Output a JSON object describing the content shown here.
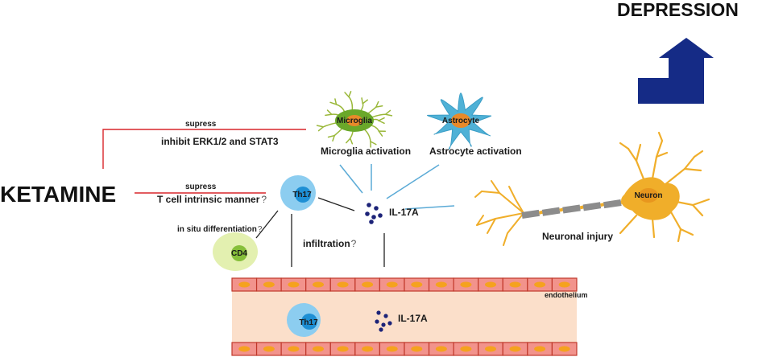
{
  "labels": {
    "depression": "DEPRESSION",
    "ketamine": "KETAMINE",
    "supress_top": "supress",
    "inhibit": "inhibit ERK1/2 and STAT3",
    "supress_mid": "supress",
    "tcell_manner": "T cell intrinsic manner",
    "q_mark": "?",
    "in_situ": "in situ differentiation",
    "infiltration": "infiltration",
    "cd4": "CD4",
    "th17_top": "Th17",
    "th17_bottom": "Th17",
    "il17a_top": "IL-17A",
    "il17a_bottom": "IL-17A",
    "microglia": "Microglia",
    "microglia_activation": "Microglia activation",
    "astrocyte": "Astrocyte",
    "astrocyte_activation": "Astrocyte activation",
    "neuron": "Neuron",
    "neuronal_injury": "Neuronal injury",
    "endothelium": "endothelium"
  },
  "colors": {
    "red_line": "#d9262b",
    "blue_line": "#5aaad6",
    "th17_outer": "#8ccdf0",
    "th17_inner": "#1e8fd4",
    "cd4_outer": "#e3f0b0",
    "cd4_inner": "#86bf3a",
    "microglia_branch": "#9ab83a",
    "microglia_body": "#6aa82a",
    "microglia_nucleus": "#e88a2a",
    "astrocyte_body": "#4fb1d6",
    "astrocyte_nucleus": "#e88a2a",
    "neuron_body": "#f0ae2a",
    "neuron_nucleus": "#e8961e",
    "axon_gray": "#8c8c8c",
    "vessel_lumen": "#fbdfca",
    "endo_cell": "#f2938c",
    "endo_border": "#c0392b",
    "endo_nucleus": "#f5a21e",
    "arrow_navy": "#152b86",
    "dots_navy": "#1c2378"
  },
  "icons": [
    "up-right-arrow-icon",
    "microglia-icon",
    "astrocyte-icon",
    "neuron-icon",
    "th17-cell-icon",
    "cd4-cell-icon",
    "il17a-dots-icon",
    "blood-vessel-icon"
  ]
}
